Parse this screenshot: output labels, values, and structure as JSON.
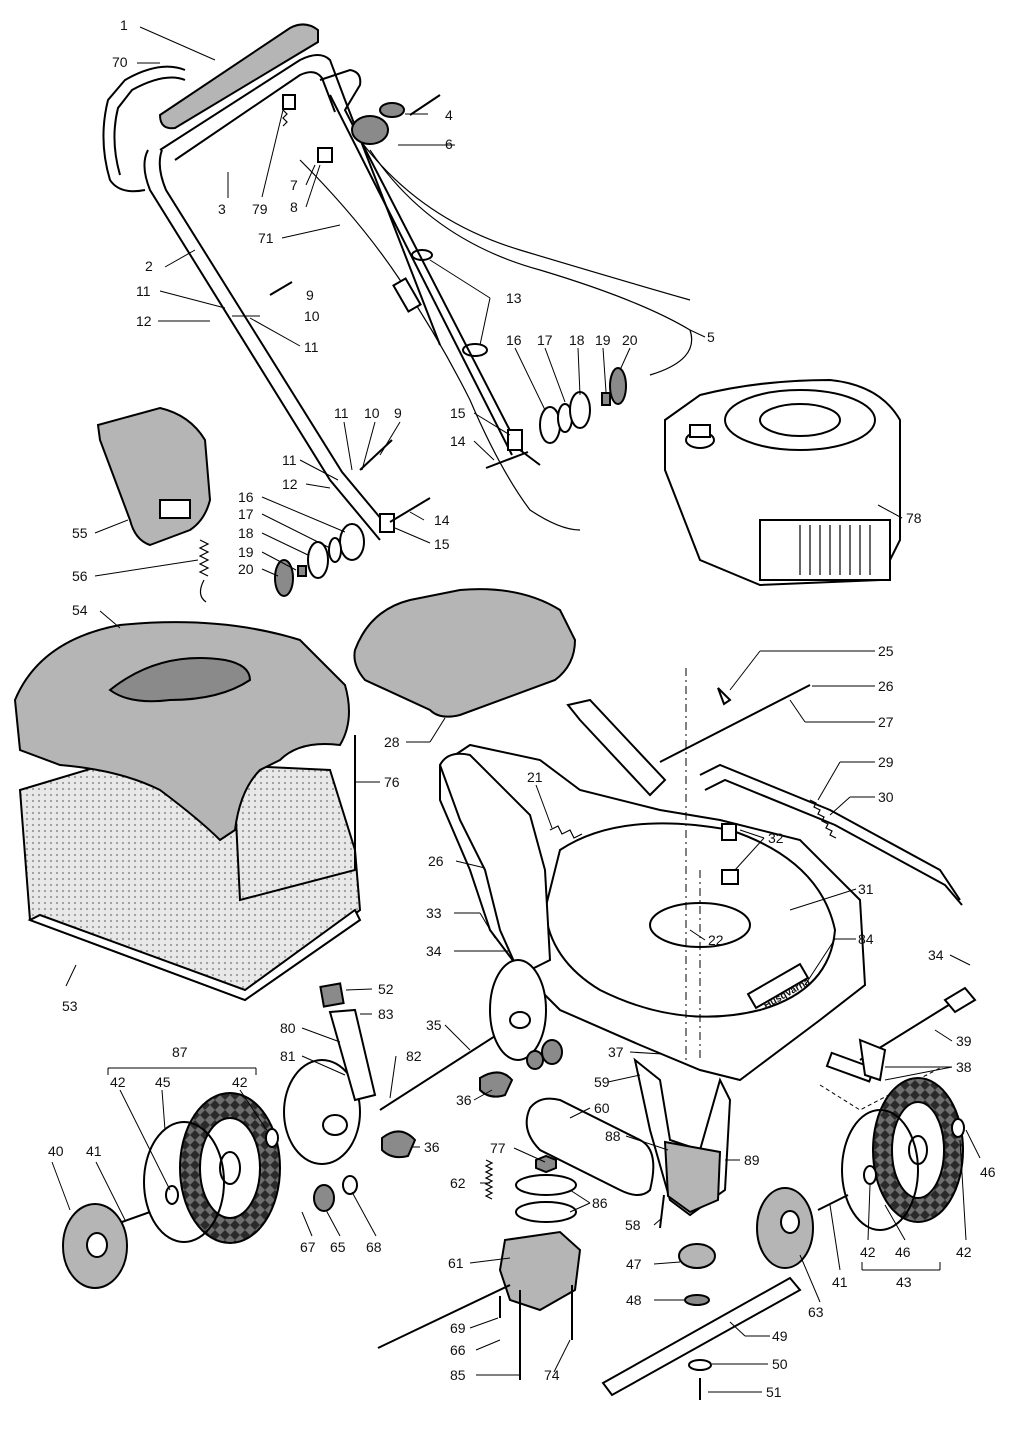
{
  "diagram": {
    "brand_label": "Husqvarna",
    "labels": [
      {
        "id": "l1",
        "text": "1"
      },
      {
        "id": "l70",
        "text": "70"
      },
      {
        "id": "l4",
        "text": "4"
      },
      {
        "id": "l6",
        "text": "6"
      },
      {
        "id": "l3",
        "text": "3"
      },
      {
        "id": "l79",
        "text": "79"
      },
      {
        "id": "l7",
        "text": "7"
      },
      {
        "id": "l8",
        "text": "8"
      },
      {
        "id": "l71",
        "text": "71"
      },
      {
        "id": "l2",
        "text": "2"
      },
      {
        "id": "l9a",
        "text": "9"
      },
      {
        "id": "l11a",
        "text": "11"
      },
      {
        "id": "l10a",
        "text": "10"
      },
      {
        "id": "l12a",
        "text": "12"
      },
      {
        "id": "l11b",
        "text": "11"
      },
      {
        "id": "l13",
        "text": "13"
      },
      {
        "id": "l5",
        "text": "5"
      },
      {
        "id": "l16a",
        "text": "16"
      },
      {
        "id": "l17a",
        "text": "17"
      },
      {
        "id": "l18a",
        "text": "18"
      },
      {
        "id": "l19a",
        "text": "19"
      },
      {
        "id": "l20a",
        "text": "20"
      },
      {
        "id": "l15a",
        "text": "15"
      },
      {
        "id": "l14a",
        "text": "14"
      },
      {
        "id": "l11c",
        "text": "11"
      },
      {
        "id": "l10b",
        "text": "10"
      },
      {
        "id": "l9b",
        "text": "9"
      },
      {
        "id": "l11d",
        "text": "11"
      },
      {
        "id": "l12b",
        "text": "12"
      },
      {
        "id": "l16b",
        "text": "16"
      },
      {
        "id": "l17b",
        "text": "17"
      },
      {
        "id": "l18b",
        "text": "18"
      },
      {
        "id": "l19b",
        "text": "19"
      },
      {
        "id": "l20b",
        "text": "20"
      },
      {
        "id": "l14b",
        "text": "14"
      },
      {
        "id": "l15b",
        "text": "15"
      },
      {
        "id": "l55",
        "text": "55"
      },
      {
        "id": "l56",
        "text": "56"
      },
      {
        "id": "l78",
        "text": "78"
      },
      {
        "id": "l54",
        "text": "54"
      },
      {
        "id": "l25",
        "text": "25"
      },
      {
        "id": "l26a",
        "text": "26"
      },
      {
        "id": "l27",
        "text": "27"
      },
      {
        "id": "l28",
        "text": "28"
      },
      {
        "id": "l76",
        "text": "76"
      },
      {
        "id": "l29",
        "text": "29"
      },
      {
        "id": "l30",
        "text": "30"
      },
      {
        "id": "l21",
        "text": "21"
      },
      {
        "id": "l32",
        "text": "32"
      },
      {
        "id": "l26b",
        "text": "26"
      },
      {
        "id": "l31",
        "text": "31"
      },
      {
        "id": "l33",
        "text": "33"
      },
      {
        "id": "l22",
        "text": "22"
      },
      {
        "id": "l84",
        "text": "84"
      },
      {
        "id": "l34a",
        "text": "34"
      },
      {
        "id": "l34b",
        "text": "34"
      },
      {
        "id": "l53",
        "text": "53"
      },
      {
        "id": "l52",
        "text": "52"
      },
      {
        "id": "l35",
        "text": "35"
      },
      {
        "id": "l83",
        "text": "83"
      },
      {
        "id": "l39",
        "text": "39"
      },
      {
        "id": "l80",
        "text": "80"
      },
      {
        "id": "l87",
        "text": "87"
      },
      {
        "id": "l81",
        "text": "81"
      },
      {
        "id": "l82",
        "text": "82"
      },
      {
        "id": "l37",
        "text": "37"
      },
      {
        "id": "l38",
        "text": "38"
      },
      {
        "id": "l42a",
        "text": "42"
      },
      {
        "id": "l45",
        "text": "45"
      },
      {
        "id": "l42b",
        "text": "42"
      },
      {
        "id": "l59",
        "text": "59"
      },
      {
        "id": "l60",
        "text": "60"
      },
      {
        "id": "l36a",
        "text": "36"
      },
      {
        "id": "l36b",
        "text": "36"
      },
      {
        "id": "l88",
        "text": "88"
      },
      {
        "id": "l89",
        "text": "89"
      },
      {
        "id": "l40",
        "text": "40"
      },
      {
        "id": "l41a",
        "text": "41"
      },
      {
        "id": "l77",
        "text": "77"
      },
      {
        "id": "l46a",
        "text": "46"
      },
      {
        "id": "l62",
        "text": "62"
      },
      {
        "id": "l86",
        "text": "86"
      },
      {
        "id": "l58",
        "text": "58"
      },
      {
        "id": "l67",
        "text": "67"
      },
      {
        "id": "l65",
        "text": "65"
      },
      {
        "id": "l68",
        "text": "68"
      },
      {
        "id": "l61",
        "text": "61"
      },
      {
        "id": "l47",
        "text": "47"
      },
      {
        "id": "l63",
        "text": "63"
      },
      {
        "id": "l41b",
        "text": "41"
      },
      {
        "id": "l42c",
        "text": "42"
      },
      {
        "id": "l46b",
        "text": "46"
      },
      {
        "id": "l42d",
        "text": "42"
      },
      {
        "id": "l43",
        "text": "43"
      },
      {
        "id": "l48",
        "text": "48"
      },
      {
        "id": "l69",
        "text": "69"
      },
      {
        "id": "l49",
        "text": "49"
      },
      {
        "id": "l66",
        "text": "66"
      },
      {
        "id": "l50",
        "text": "50"
      },
      {
        "id": "l85",
        "text": "85"
      },
      {
        "id": "l74",
        "text": "74"
      },
      {
        "id": "l51",
        "text": "51"
      }
    ]
  }
}
